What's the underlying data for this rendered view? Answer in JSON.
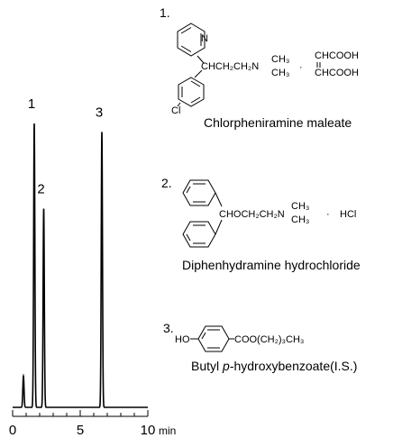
{
  "chart_data": {
    "type": "line",
    "xlabel": "min",
    "xlim": [
      0,
      10
    ],
    "x_ticks": [
      "0",
      "5",
      "10"
    ],
    "peaks": [
      {
        "time": 0.8,
        "height": 0.11,
        "label": ""
      },
      {
        "time": 1.6,
        "height": 1.0,
        "label": "1"
      },
      {
        "time": 2.3,
        "height": 0.7,
        "label": "2"
      },
      {
        "time": 6.6,
        "height": 0.97,
        "label": "3"
      }
    ]
  },
  "compounds": [
    {
      "number": "1.",
      "name": "Chlorpheniramine maleate",
      "formula": {
        "ring_n": "N",
        "ring_cl": "Cl",
        "chain": "CHCH₂CH₂N",
        "ch3_top": "CH₃",
        "ch3_bottom": "CH₃",
        "dot": "·",
        "acid_top": "CHCOOH",
        "acid_bottom": "CHCOOH"
      }
    },
    {
      "number": "2.",
      "name": "Diphenhydramine hydrochloride",
      "formula": {
        "chain": "CHOCH₂CH₂N",
        "ch3_top": "CH₃",
        "ch3_bottom": "CH₃",
        "dot": "·",
        "salt": "HCl"
      }
    },
    {
      "number": "3.",
      "name_prefix": "Butyl ",
      "name_italic": "p",
      "name_suffix": "-hydroxybenzoate(I.S.)",
      "formula": {
        "left": "HO",
        "right": "COO(CH₂)₃CH₃"
      }
    }
  ]
}
